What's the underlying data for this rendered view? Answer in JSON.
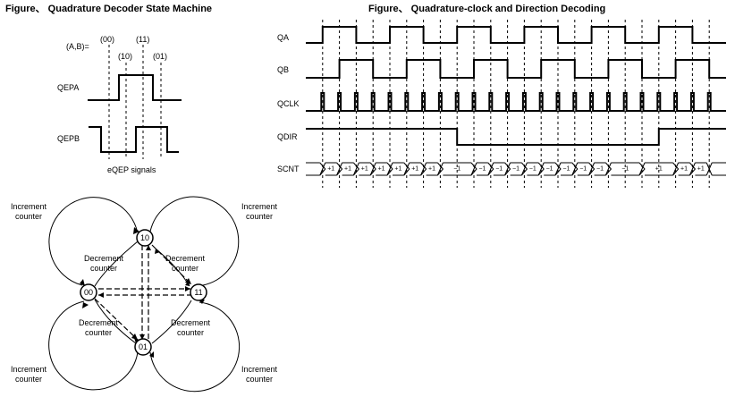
{
  "left": {
    "title": "Figure、 Quadrature Decoder State Machine",
    "ab_label": "(A,B)=",
    "states_top": [
      "(00)",
      "(11)"
    ],
    "states_bottom": [
      "(10)",
      "(01)"
    ],
    "qepa": "QEPA",
    "qepb": "QEPB",
    "caption": "eQEP signals"
  },
  "state_machine": {
    "nodes": [
      "10",
      "00",
      "11",
      "01"
    ],
    "increment": [
      "Increment",
      "counter"
    ],
    "decrement": [
      "Decrement",
      "counter"
    ]
  },
  "right": {
    "title": "Figure、 Quadrature-clock and Direction Decoding",
    "rows": [
      "QA",
      "QB",
      "QCLK",
      "QDIR",
      "SCNT"
    ],
    "scnt_values": [
      "+1",
      "+1",
      "+1",
      "+1",
      "+1",
      "+1",
      "+1",
      "−1",
      "−1",
      "−1",
      "−1",
      "−1",
      "−1",
      "−1",
      "−1",
      "−1",
      "−1",
      "+1",
      "+1",
      "+1"
    ]
  }
}
